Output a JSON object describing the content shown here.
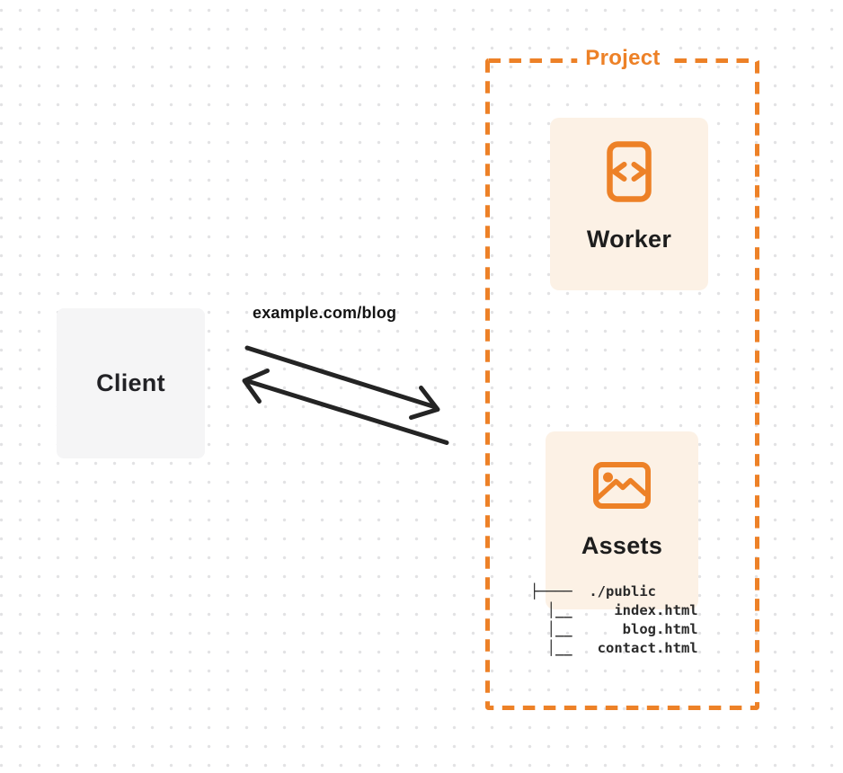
{
  "diagram": {
    "project_label": "Project",
    "client_label": "Client",
    "request_label": "example.com/blog",
    "worker_label": "Worker",
    "assets_label": "Assets",
    "file_tree": "├────  ./public\n  │__     index.html\n  │__      blog.html\n  │__   contact.html",
    "file_tree_entries": [
      "./public",
      "index.html",
      "blog.html",
      "contact.html"
    ],
    "icons": {
      "worker": "code-icon",
      "assets": "image-icon"
    },
    "colors": {
      "accent_orange": "#ED8127",
      "card_background": "#FCF1E5",
      "client_background": "#F5F5F6",
      "arrow_ink": "#242424",
      "text_ink": "#1D1D1D",
      "dot_grid": "#E2E2E4"
    }
  }
}
